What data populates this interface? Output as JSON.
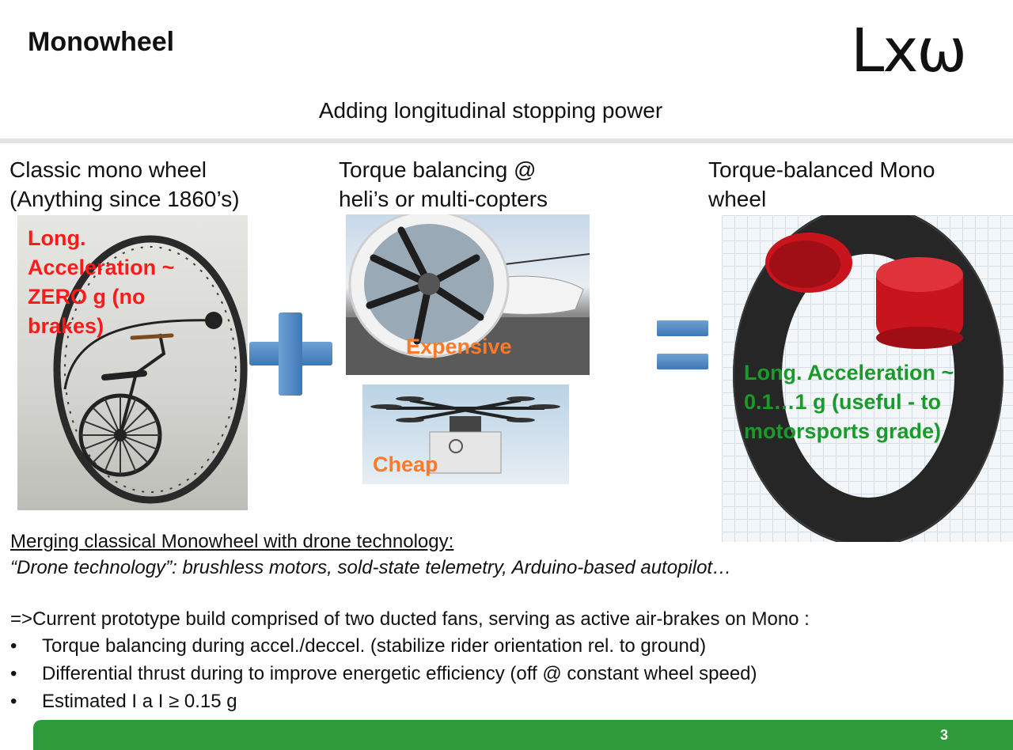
{
  "slide": {
    "title": "Monowheel",
    "logo": "Lxω",
    "subtitle": "Adding longitudinal stopping power",
    "columns": [
      {
        "label": "Classic mono wheel\n(Anything since 1860’s)"
      },
      {
        "label": "Torque balancing @\nheli’s or multi-copters"
      },
      {
        "label": "Torque-balanced Mono\nwheel"
      }
    ],
    "overlays": {
      "classic": "Long.\nAcceleration ~\nZERO  g (no\nbrakes)",
      "expensive": "Expensive",
      "cheap": "Cheap",
      "balanced": "Long. Acceleration ~\n0.1…1 g (useful  - to\nmotorsports grade)"
    },
    "merge_heading": "Merging classical Monowheel with drone technology:",
    "drone_tech": "“Drone technology”:  brushless motors, sold-state telemetry, Arduino-based autopilot…",
    "current": "=>Current prototype build comprised of two ducted fans, serving as active air-brakes on Mono :",
    "bullet_symbol": "•",
    "bullets": [
      "Torque balancing during accel./deccel. (stabilize rider orientation rel. to ground)",
      "Differential thrust during to improve energetic efficiency (off @ constant wheel speed)",
      "Estimated I a I ≥ 0.15 g"
    ],
    "page_number": "3",
    "colors": {
      "footer": "#2e9a3a",
      "operator_blue": "#4f8ac6",
      "red_label": "#ff1a1a",
      "orange_label": "#ff7a26",
      "green_label": "#1a9a2a",
      "fan_red": "#c8141c"
    }
  }
}
